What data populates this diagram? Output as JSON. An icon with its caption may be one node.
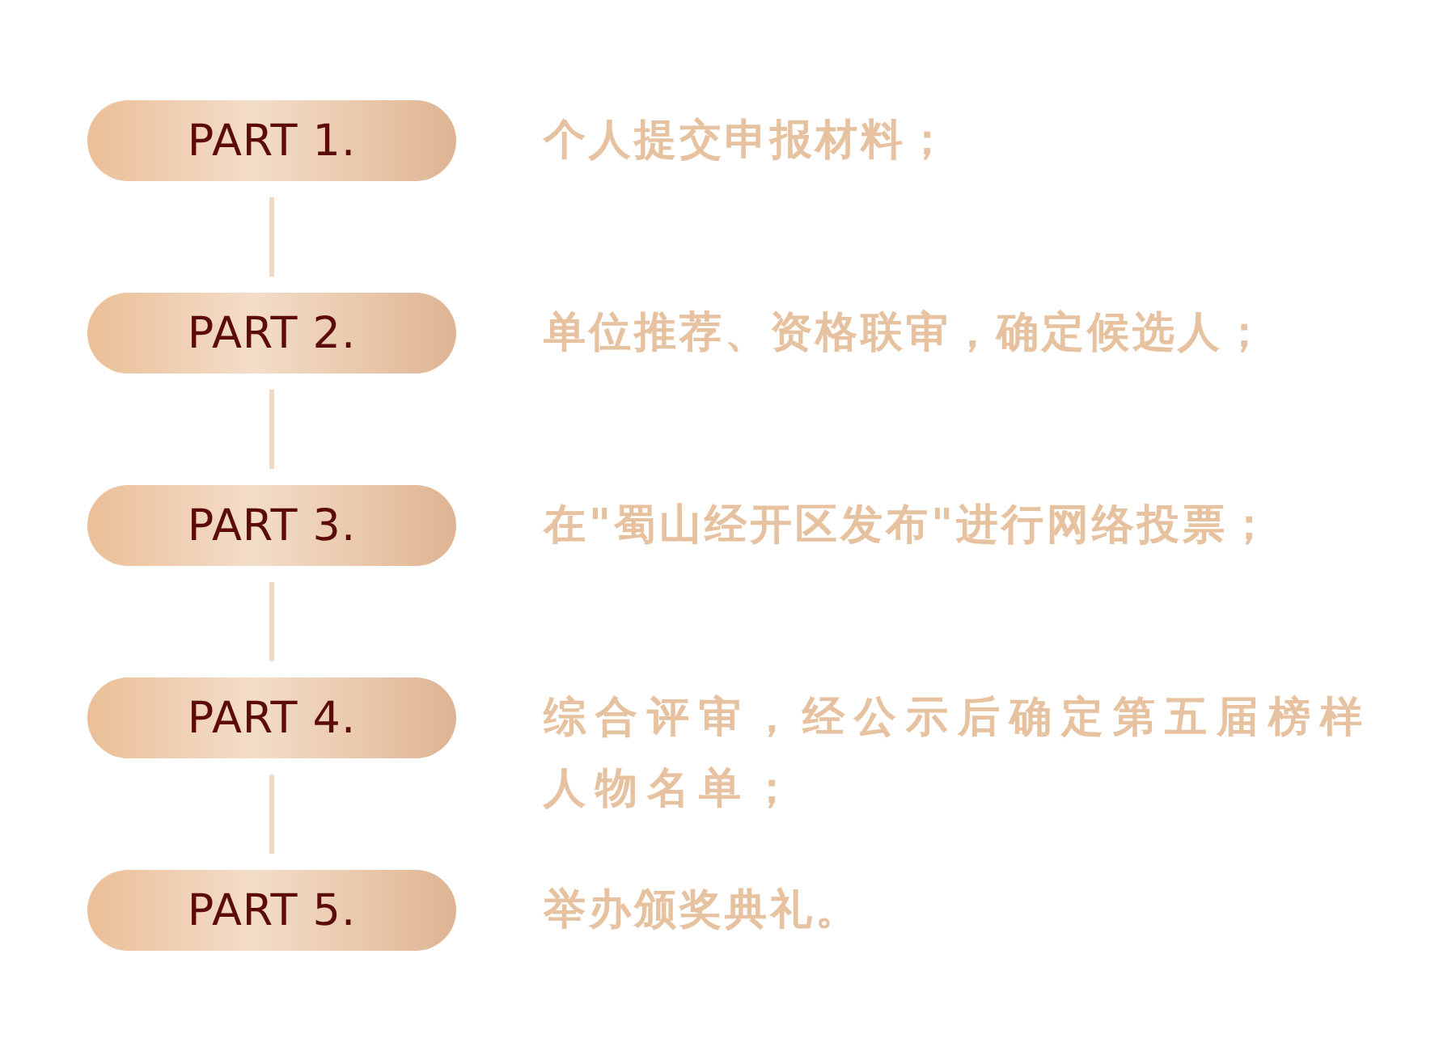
{
  "diagram": {
    "nodes": [
      {
        "text": [
          "PART 1."
        ],
        "beside": [
          "个人提交申报材料；"
        ]
      },
      {
        "text": [
          "PART 2."
        ],
        "beside": [
          "单位推荐、资格联审，确定候选人；"
        ]
      },
      {
        "text": [
          "PART 3."
        ],
        "beside": [
          "在\"蜀山经开区发布\"进行网络投票；"
        ]
      },
      {
        "text": [
          "PART 4."
        ],
        "beside": [
          "综合评审，经公示后确定第五届榜样人物名单；"
        ]
      },
      {
        "text": [
          "PART 5."
        ],
        "beside": [
          "举办颁奖典礼。"
        ]
      }
    ],
    "edges": [
      {
        "from": 0,
        "to": 1,
        "arrow": "none"
      },
      {
        "from": 1,
        "to": 2,
        "arrow": "none"
      },
      {
        "from": 2,
        "to": 3,
        "arrow": "none"
      },
      {
        "from": 3,
        "to": 4,
        "arrow": "none"
      }
    ]
  }
}
